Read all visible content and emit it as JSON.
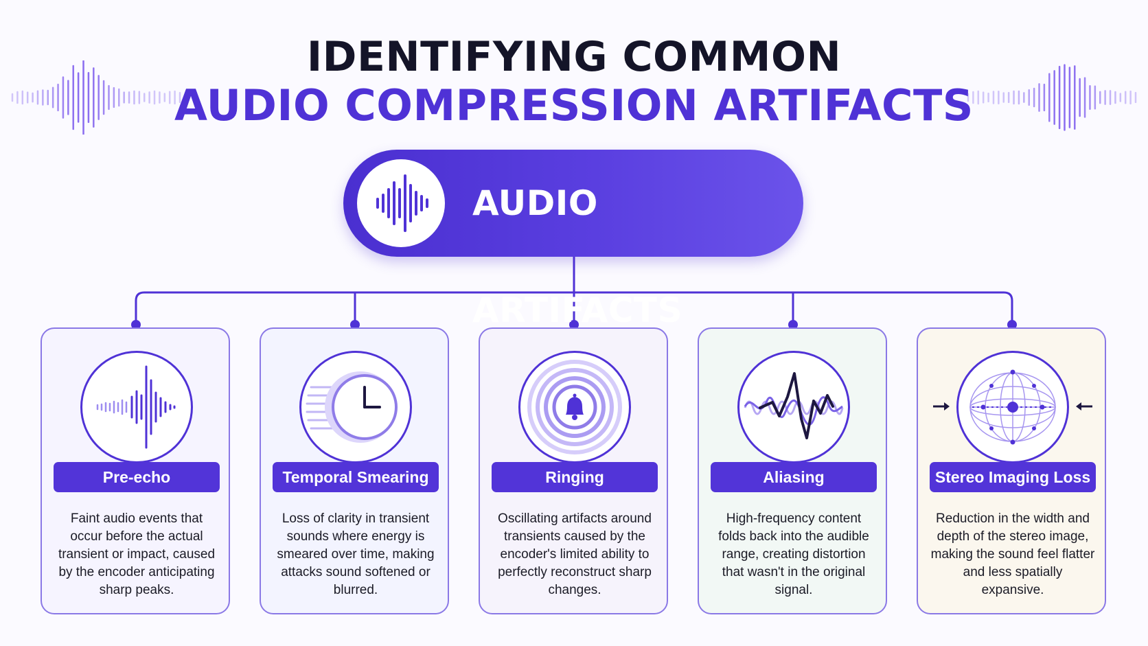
{
  "title": {
    "line1": "Identifying Common",
    "line2": "Audio Compression Artifacts"
  },
  "hub": {
    "label": "Audio Artifacts",
    "icon": "waveform-icon"
  },
  "colors": {
    "accent": "#4f32d6",
    "title_dark": "#141428",
    "card_border": "#8a78e6"
  },
  "cards": [
    {
      "label": "Pre-echo",
      "icon": "pre-echo-waveform-icon",
      "background": "#f6f4ff",
      "description": "Faint audio events that occur before the actual transient or impact, caused by the encoder anticipating sharp peaks."
    },
    {
      "label": "Temporal Smearing",
      "icon": "clock-motion-icon",
      "background": "#f3f4ff",
      "description": "Loss of clarity in transient sounds where energy is smeared over time, making attacks sound softened or blurred."
    },
    {
      "label": "Ringing",
      "icon": "bell-rings-icon",
      "background": "#f6f3fc",
      "description": "Oscillating artifacts around transients caused by the encoder's limited ability to perfectly reconstruct sharp changes."
    },
    {
      "label": "Aliasing",
      "icon": "aliased-wave-icon",
      "background": "#f2f8f5",
      "description": "High-frequency content folds back into the audible range, creating distortion that wasn't in the original signal."
    },
    {
      "label": "Stereo Imaging Loss",
      "icon": "stereo-sphere-icon",
      "background": "#fbf7ee",
      "description": "Reduction in the width and depth of the stereo image, making the sound feel flatter and less spatially expansive."
    }
  ]
}
